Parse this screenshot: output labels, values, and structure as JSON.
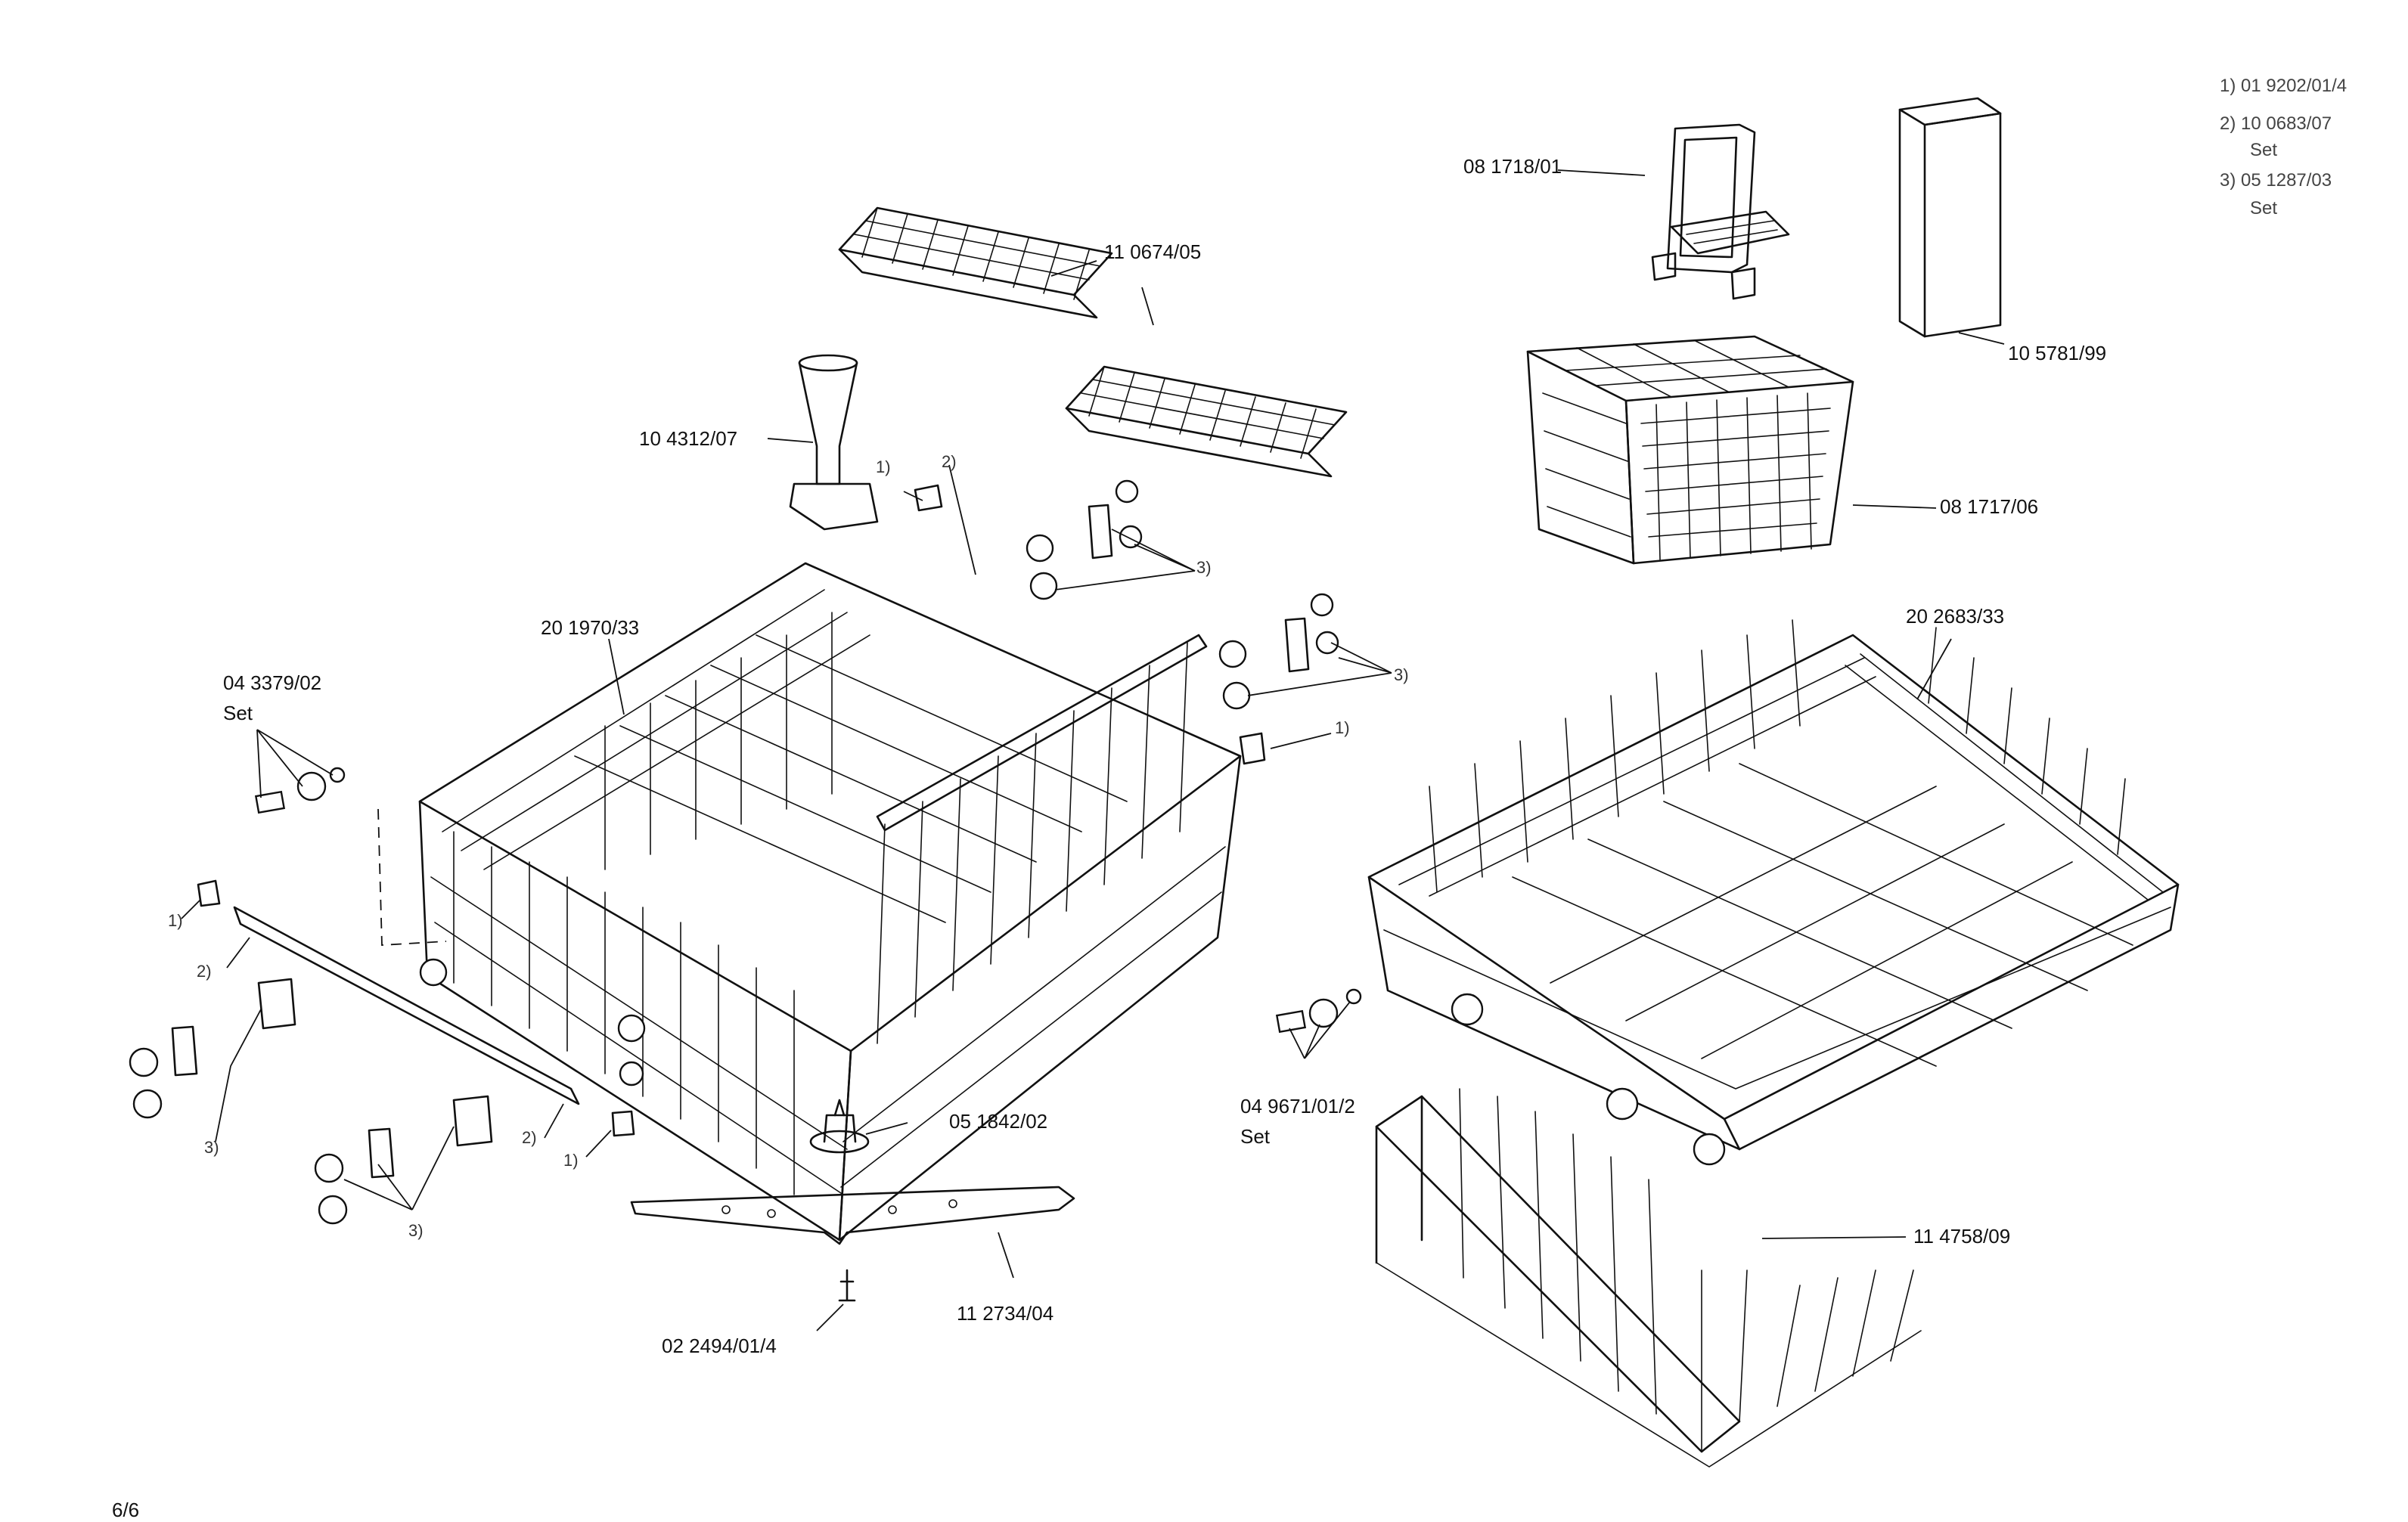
{
  "legend": {
    "line1": "1) 01 9202/01/4",
    "line2": "2) 10 0683/07",
    "line2_sub": "Set",
    "line3": "3) 05 1287/03",
    "line3_sub": "Set"
  },
  "page_number": "6/6",
  "parts": {
    "p_081718": "08 1718/01",
    "p_110674": "11 0674/05",
    "p_104312": "10 4312/07",
    "p_105781": "10 5781/99",
    "p_081717": "08 1717/06",
    "p_201970": "20 1970/33",
    "p_202683": "20 2683/33",
    "p_043379": "04 3379/02",
    "p_043379_sub": "Set",
    "p_051842": "05 1842/02",
    "p_112734": "11 2734/04",
    "p_022494": "02 2494/01/4",
    "p_049671": "04 9671/01/2",
    "p_049671_sub": "Set",
    "p_114758": "11 4758/09"
  },
  "callouts": {
    "c1_top": "1)",
    "c2_top": "2)",
    "c3_a": "3)",
    "c3_b": "3)",
    "c1_right": "1)",
    "c1_left": "1)",
    "c2_left": "2)",
    "c3_left": "3)",
    "c2_bottom": "2)",
    "c1_bottom": "1)",
    "c3_bottom": "3)"
  }
}
